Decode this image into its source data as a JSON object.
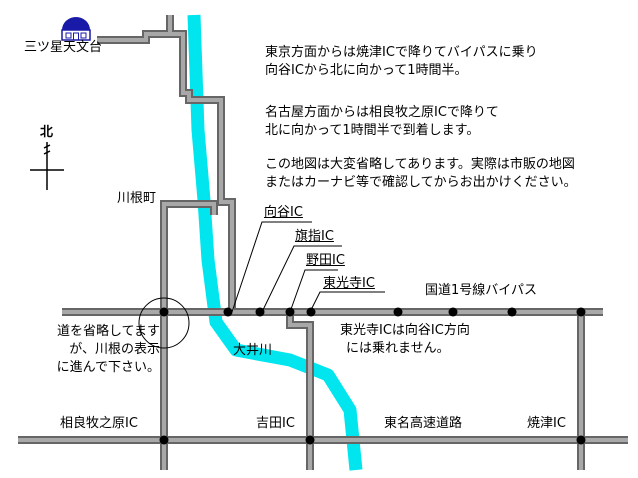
{
  "colors": {
    "road_fill": "#a8a8a8",
    "road_edge": "#666666",
    "river": "#00e5ee",
    "dot": "#000000",
    "observatory_dome": "#1a1aa8"
  },
  "icons": {
    "observatory": "observatory-dome-icon",
    "compass": "north-compass-icon",
    "interchange": "interchange-dot-icon"
  },
  "places": {
    "observatory": "三ツ星天文台",
    "kawane_town": "川根町",
    "river": "大井川",
    "north": "北"
  },
  "interchanges": {
    "mukoya": "向谷IC",
    "hatasashi": "旗指IC",
    "noda": "野田IC",
    "tokoji": "東光寺IC",
    "sagara_makinohara": "相良牧之原IC",
    "yoshida": "吉田IC",
    "yaizu": "焼津IC"
  },
  "roads": {
    "route1_bypass": "国道1号線バイパス",
    "tomei_expressway": "東名高速道路"
  },
  "directions": {
    "from_tokyo": [
      "東京方面からは焼津ICで降りてバイパスに乗り",
      "向谷ICから北に向かって1時間半。"
    ],
    "from_nagoya": [
      "名古屋方面からは相良牧之原ICで降りて",
      "北に向かって1時間半で到着します。"
    ],
    "disclaimer": [
      "この地図は大変省略してあります。実際は市販の地図",
      "またはカーナビ等で確認してからお出かけください。"
    ]
  },
  "notes": {
    "tokoji_note": [
      "東光寺ICは向谷IC方向",
      "には乗れません。"
    ],
    "omitted_note": [
      "道を省略してます",
      "が、川根の表示",
      "に進んで下さい。"
    ]
  }
}
